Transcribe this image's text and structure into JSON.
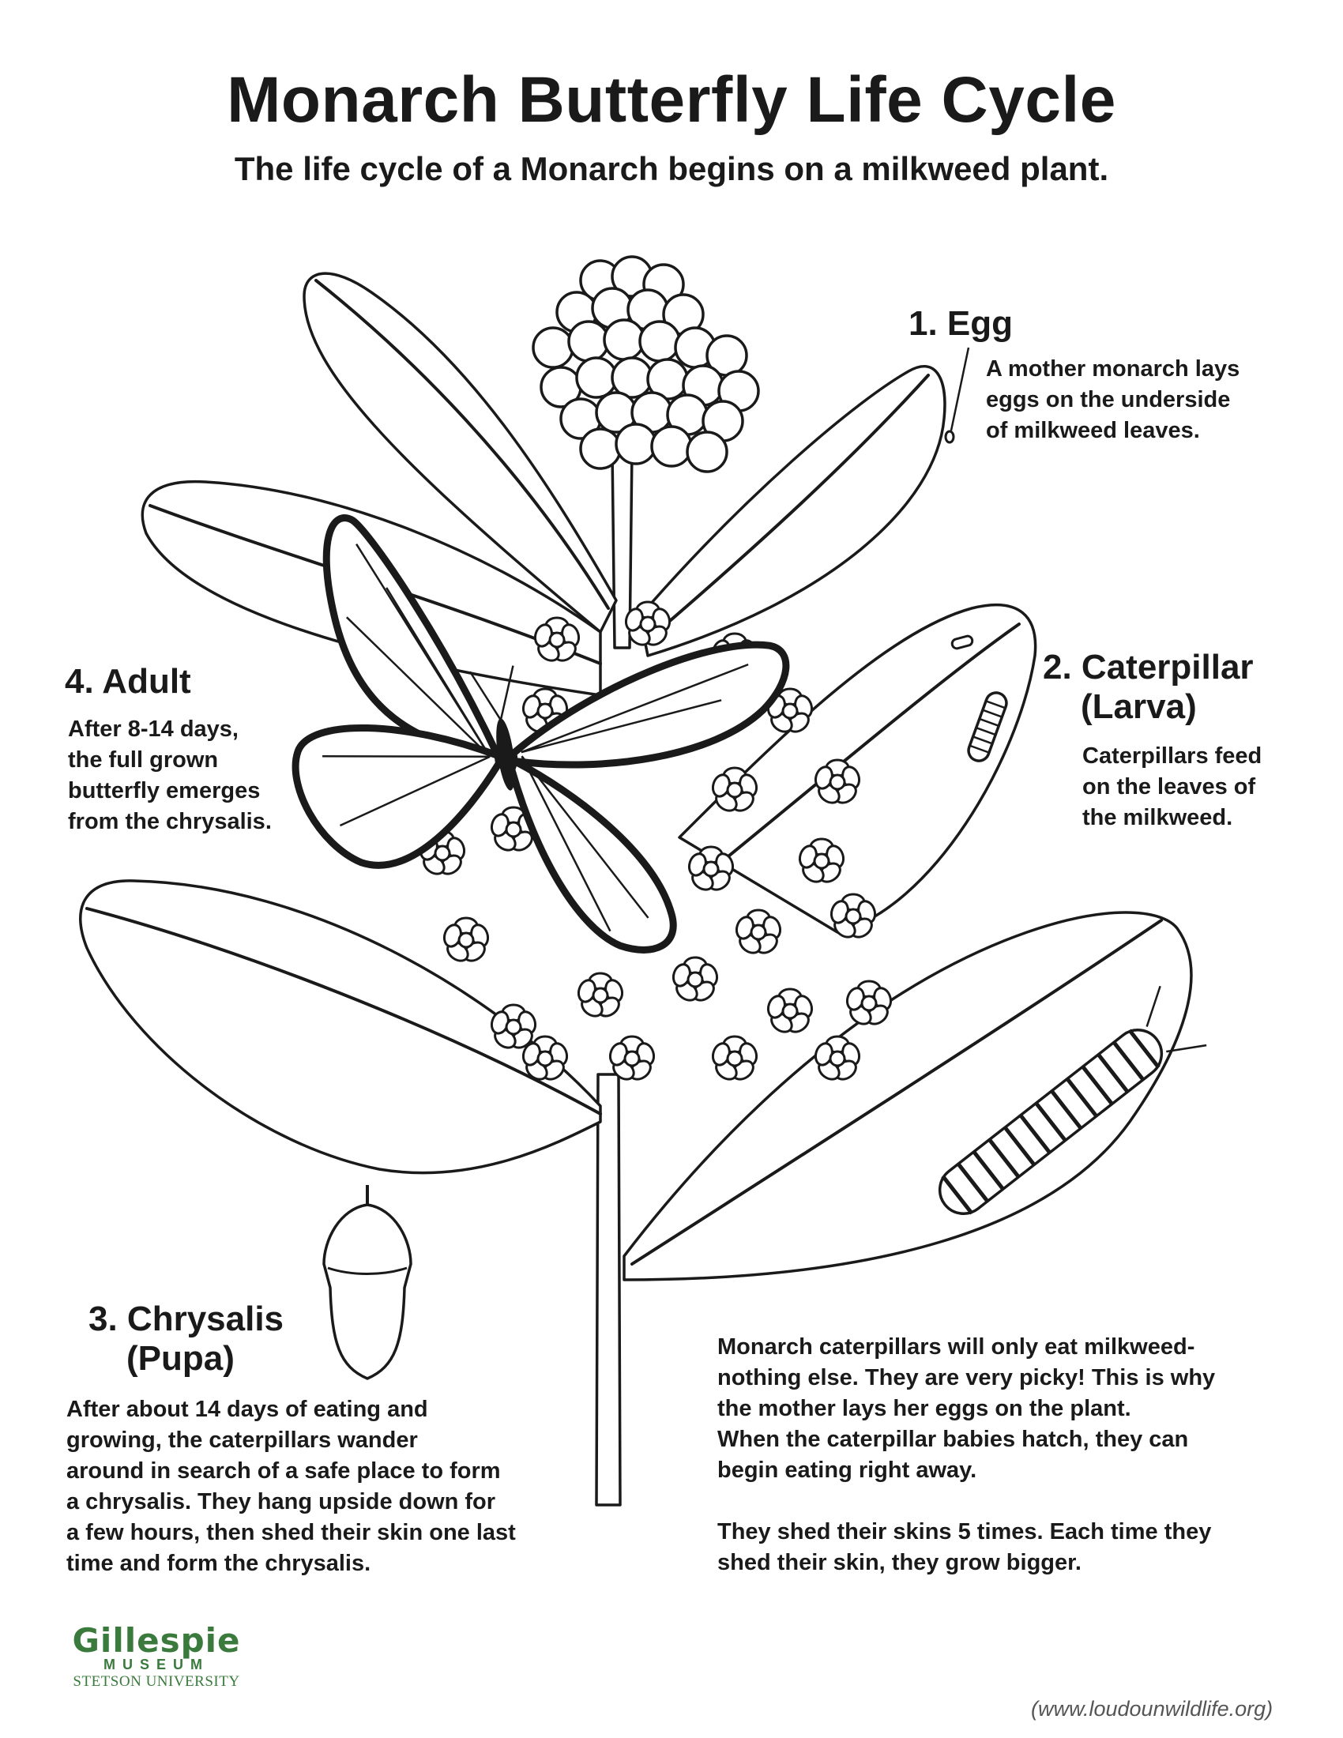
{
  "title": "Monarch Butterfly Life Cycle",
  "subtitle": "The life cycle of a Monarch begins on a milkweed plant.",
  "stages": {
    "egg": {
      "heading": "1. Egg",
      "lines": [
        "A mother monarch lays",
        "eggs on the underside",
        "of milkweed leaves."
      ]
    },
    "caterpillar": {
      "heading_lines": [
        "2. Caterpillar",
        "(Larva)"
      ],
      "lines": [
        "Caterpillars feed",
        "on the leaves of",
        "the milkweed."
      ]
    },
    "chrysalis": {
      "heading_lines": [
        "3. Chrysalis",
        "(Pupa)"
      ],
      "lines": [
        "After about 14 days of eating and",
        "growing, the caterpillars wander",
        "around in search of a safe place to form",
        "a chrysalis. They hang upside down for",
        "a few hours, then shed their skin one last",
        "time and form the chrysalis."
      ]
    },
    "adult": {
      "heading": "4. Adult",
      "lines": [
        "After 8-14 days,",
        "the full grown",
        "butterfly emerges",
        "from the chrysalis."
      ]
    }
  },
  "note": {
    "paragraph1": [
      "Monarch caterpillars will only eat milkweed-",
      "nothing else. They are very picky! This is why",
      "the mother lays her eggs on the plant.",
      "When the caterpillar babies hatch, they can",
      "begin eating right away."
    ],
    "paragraph2": [
      "They shed their skins 5 times. Each time they",
      "shed their skin, they grow bigger."
    ]
  },
  "logo": {
    "name": "Gillespie",
    "museum": "MUSEUM",
    "university": "STETSON UNIVERSITY",
    "color": "#3a7a3c"
  },
  "source_url": "(www.loudounwildlife.org)",
  "illustration": {
    "icons": [
      "milkweed-plant",
      "butterfly",
      "caterpillar",
      "chrysalis",
      "egg"
    ],
    "line_color": "#1a1a1a"
  }
}
